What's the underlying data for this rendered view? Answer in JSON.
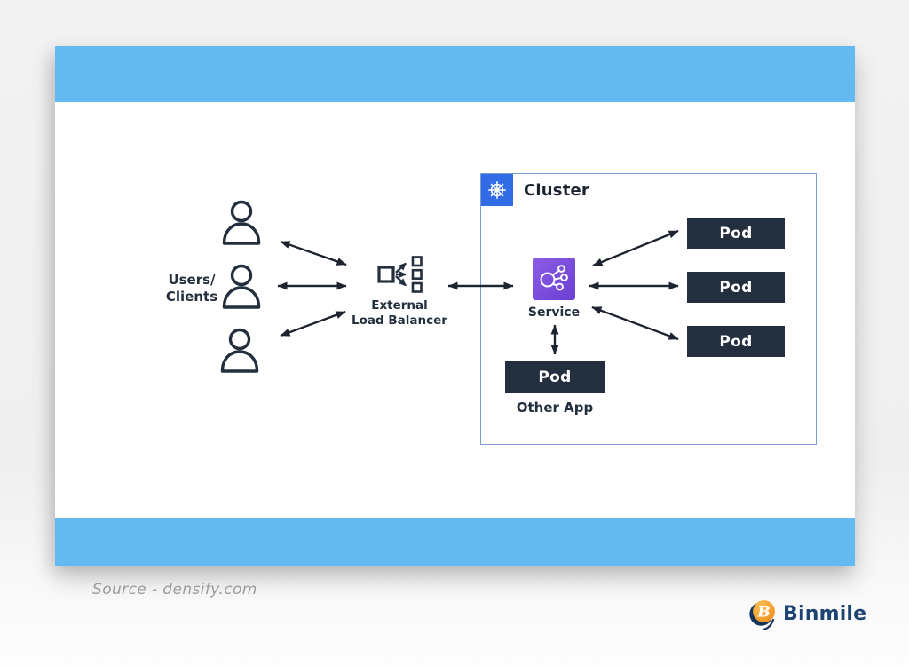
{
  "diagram": {
    "users": {
      "label_line1": "Users/",
      "label_line2": "Clients",
      "count": 3
    },
    "load_balancer": {
      "label_line1": "External",
      "label_line2": "Load Balancer"
    },
    "cluster": {
      "label": "Cluster"
    },
    "service": {
      "label": "Service"
    },
    "pods": [
      {
        "label": "Pod"
      },
      {
        "label": "Pod"
      },
      {
        "label": "Pod"
      }
    ],
    "other_app": {
      "pod_label": "Pod",
      "caption": "Other App"
    }
  },
  "footer": {
    "source": "Source - densify.com",
    "brand": "Binmile"
  },
  "icons": {
    "kubernetes": "kubernetes-helm-wheel",
    "service": "service-network-fanout",
    "load_balancer": "load-balancer-fanout",
    "user": "person-silhouette",
    "brand": "binmile-orange-sphere"
  },
  "colors": {
    "card_bg": "#ffffff",
    "band_blue": "#63baf0",
    "label_text": "#232f3e",
    "arrow": "#1d2430",
    "cluster_border": "#7a9bd8",
    "k8s_blue": "#326ce5",
    "service_purple_1": "#8a5ce6",
    "service_purple_2": "#6d3fd1",
    "pod_bg": "#232f3e",
    "pod_text": "#ffffff",
    "source_text": "#9b9b9b",
    "brand_navy": "#1d4473",
    "brand_orange": "#f49b1f"
  }
}
